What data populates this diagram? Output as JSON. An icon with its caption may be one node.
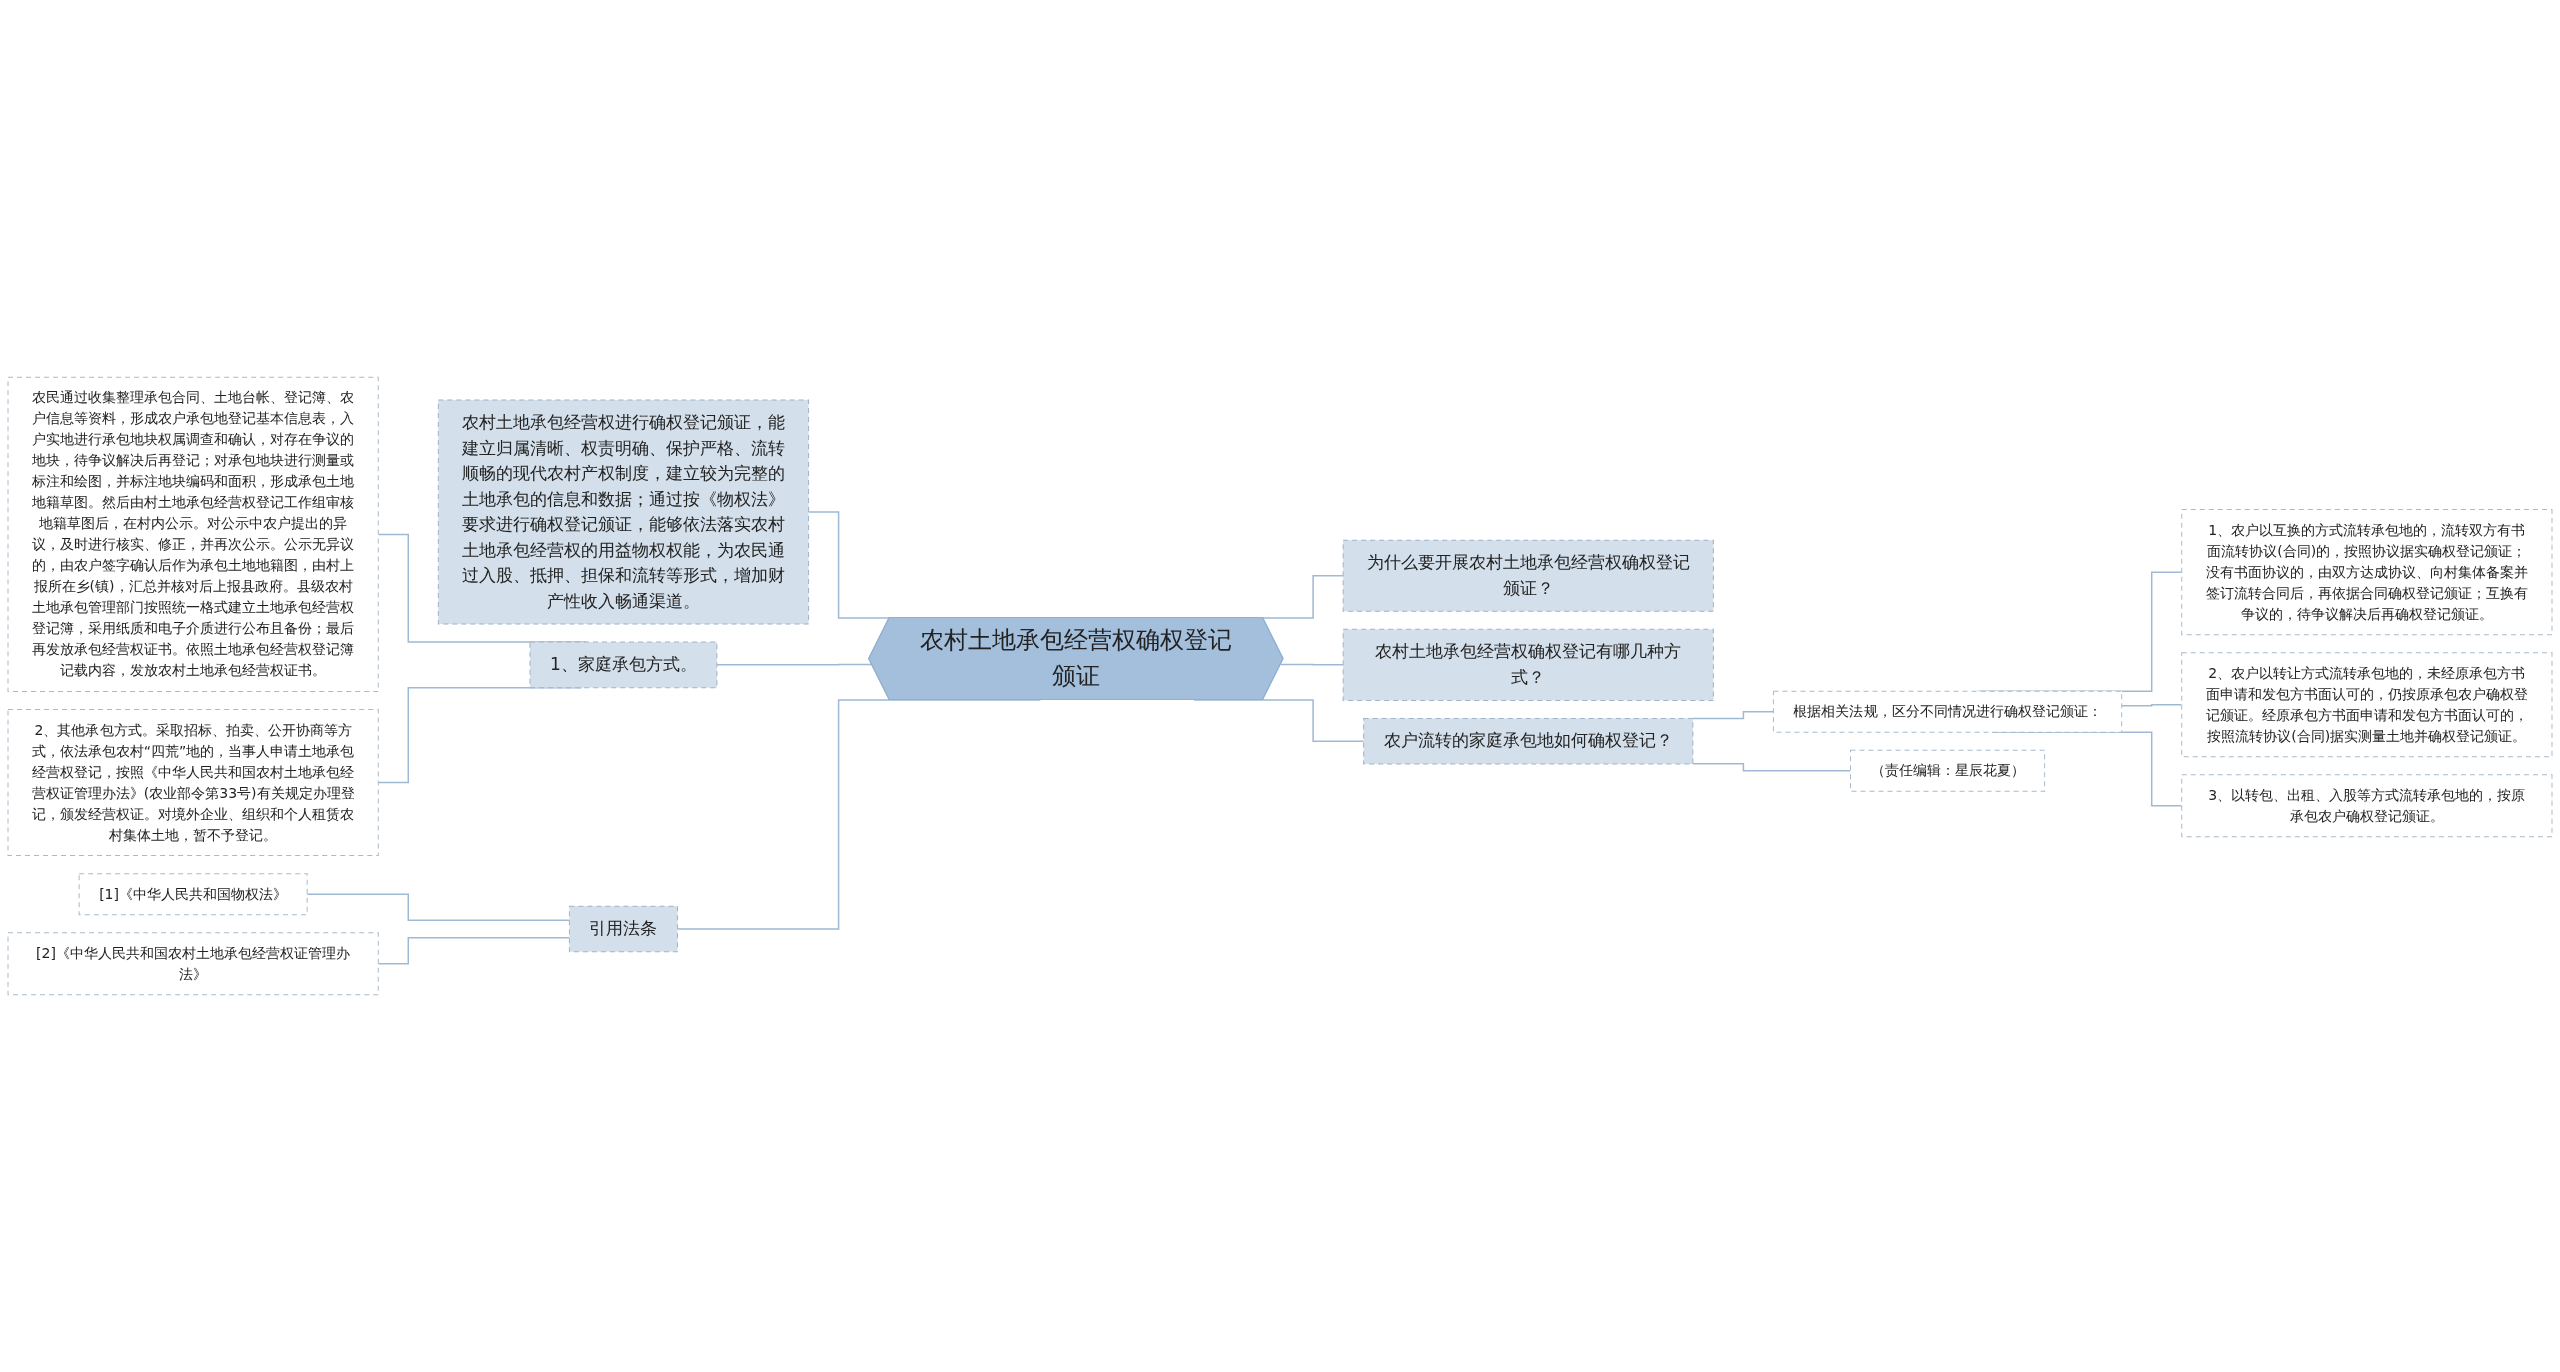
{
  "diagram": {
    "nodes": [
      {
        "text": [
          "农村土地承包经营权确权登记颁证"
        ]
      },
      {
        "text": [
          "农村土地承包经营权进行确权登记颁证，能建立归属清晰、权责明确、保护严格、流转顺畅的现代农村产权制度，建立较为完整的土地承包的信息和数据；通过按《物权法》要求进行确权登记颁证，能够依法落实农村土地承包经营权的用益物权权能，为农民通过入股、抵押、担保和流转等形式，增加财产性收入畅通渠道。"
        ]
      },
      {
        "text": [
          "1、家庭承包方式。"
        ]
      },
      {
        "text": [
          "农民通过收集整理承包合同、土地台帐、登记簿、农户信息等资料，形成农户承包地登记基本信息表，入户实地进行承包地块权属调查和确认，对存在争议的地块，待争议解决后再登记；对承包地块进行测量或标注和绘图，并标注地块编码和面积，形成承包土地地籍草图。然后由村土地承包经营权登记工作组审核地籍草图后，在村内公示。对公示中农户提出的异议，及时进行核实、修正，并再次公示。公示无异议的，由农户签字确认后作为承包土地地籍图，由村上报所在乡(镇)，汇总并核对后上报县政府。县级农村土地承包管理部门按照统一格式建立土地承包经营权登记簿，采用纸质和电子介质进行公布且备份；最后再发放承包经营权证书。依照土地承包经营权登记簿记载内容，发放农村土地承包经营权证书。"
        ]
      },
      {
        "text": [
          "2、其他承包方式。采取招标、拍卖、公开协商等方式，依法承包农村“四荒”地的，当事人申请土地承包经营权登记，按照《中华人民共和国农村土地承包经营权证管理办法》(农业部令第33号)有关规定办理登记，颁发经营权证。对境外企业、组织和个人租赁农村集体土地，暂不予登记。"
        ]
      },
      {
        "text": [
          "引用法条"
        ]
      },
      {
        "text": [
          "[1]《中华人民共和国物权法》"
        ]
      },
      {
        "text": [
          "[2]《中华人民共和国农村土地承包经营权证管理办法》"
        ]
      },
      {
        "text": [
          "为什么要开展农村土地承包经营权确权登记颁证？"
        ]
      },
      {
        "text": [
          "农村土地承包经营权确权登记有哪几种方式？"
        ]
      },
      {
        "text": [
          "农户流转的家庭承包地如何确权登记？"
        ]
      },
      {
        "text": [
          "根据相关法规，区分不同情况进行确权登记颁证："
        ]
      },
      {
        "text": [
          "1、农户以互换的方式流转承包地的，流转双方有书面流转协议(合同)的，按照协议据实确权登记颁证；没有书面协议的，由双方达成协议、向村集体备案并签订流转合同后，再依据合同确权登记颁证；互换有争议的，待争议解决后再确权登记颁证。"
        ]
      },
      {
        "text": [
          "2、农户以转让方式流转承包地的，未经原承包方书面申请和发包方书面认可的，仍按原承包农户确权登记颁证。经原承包方书面申请和发包方书面认可的，按照流转协议(合同)据实测量土地并确权登记颁证。"
        ]
      },
      {
        "text": [
          "3、以转包、出租、入股等方式流转承包地的，按原承包农户确权登记颁证。"
        ]
      },
      {
        "text": [
          "（责任编辑：星辰花夏）"
        ]
      }
    ],
    "edges": [
      {
        "from": 0,
        "to": 1,
        "arrow": "none"
      },
      {
        "from": 0,
        "to": 2,
        "arrow": "none"
      },
      {
        "from": 2,
        "to": 3,
        "arrow": "none"
      },
      {
        "from": 2,
        "to": 4,
        "arrow": "none"
      },
      {
        "from": 0,
        "to": 5,
        "arrow": "none"
      },
      {
        "from": 5,
        "to": 6,
        "arrow": "none"
      },
      {
        "from": 5,
        "to": 7,
        "arrow": "none"
      },
      {
        "from": 0,
        "to": 8,
        "arrow": "none"
      },
      {
        "from": 0,
        "to": 9,
        "arrow": "none"
      },
      {
        "from": 0,
        "to": 10,
        "arrow": "none"
      },
      {
        "from": 10,
        "to": 11,
        "arrow": "none"
      },
      {
        "from": 11,
        "to": 12,
        "arrow": "none"
      },
      {
        "from": 11,
        "to": 13,
        "arrow": "none"
      },
      {
        "from": 11,
        "to": 14,
        "arrow": "none"
      },
      {
        "from": 10,
        "to": 15,
        "arrow": "none"
      }
    ]
  }
}
